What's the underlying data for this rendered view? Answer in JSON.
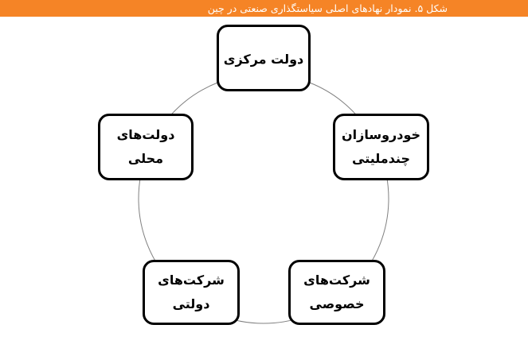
{
  "header": {
    "title": "شکل ۵. نمودار نهادهای اصلی سیاستگذاری صنعتی در چین",
    "background_color": "#f58426",
    "text_color": "#ffffff"
  },
  "diagram": {
    "type": "cycle",
    "connector": "circle",
    "connector_color": "#808080",
    "node_border_color": "#000000",
    "nodes": [
      {
        "id": "central-government",
        "position": "top",
        "lines": [
          "دولت مرکزی"
        ]
      },
      {
        "id": "multinational-automakers",
        "position": "right",
        "lines": [
          "خودروسازان",
          "چندملیتی"
        ]
      },
      {
        "id": "private-companies",
        "position": "bottom-right",
        "lines": [
          "شرکت‌های",
          "خصوصی"
        ]
      },
      {
        "id": "state-companies",
        "position": "bottom-left",
        "lines": [
          "شرکت‌های",
          "دولتی"
        ]
      },
      {
        "id": "local-governments",
        "position": "left",
        "lines": [
          "دولت‌های",
          "محلی"
        ]
      }
    ]
  }
}
